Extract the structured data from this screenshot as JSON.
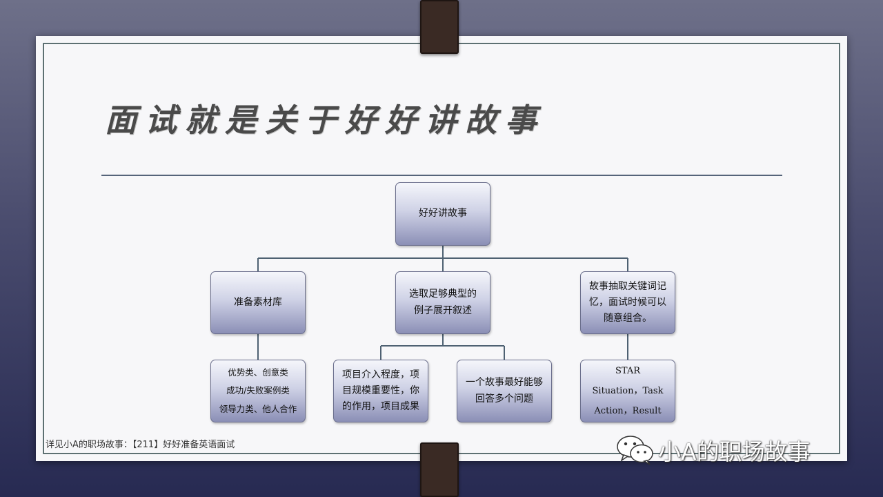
{
  "slide": {
    "title": "面试就是关于好好讲故事",
    "footer_note": "详见小A的职场故事：【211】好好准备英语面试",
    "watermark": "小A的职场故事",
    "watermark_icon": "wechat-icon"
  },
  "diagram": {
    "root": "好好讲故事",
    "branches": [
      {
        "label": "准备素材库",
        "children": [
          "优势类、创意类\n成功/失败案例类\n领导力类、他人合作"
        ]
      },
      {
        "label": "选取足够典型的\n例子展开叙述",
        "children": [
          "项目介入程度，项\n目规模重要性，你\n的作用，项目成果",
          "一个故事最好能够\n回答多个问题"
        ]
      },
      {
        "label": "故事抽取关键词记\n忆，面试时候可以\n随意组合。",
        "children": [
          "STAR\nSituation，Task\nAction，Result"
        ]
      }
    ]
  },
  "colors": {
    "node_fill_top": "#f5f6fb",
    "node_fill_bottom": "#8b8fb6",
    "connector": "#4e6172",
    "background": "#2f3158"
  }
}
